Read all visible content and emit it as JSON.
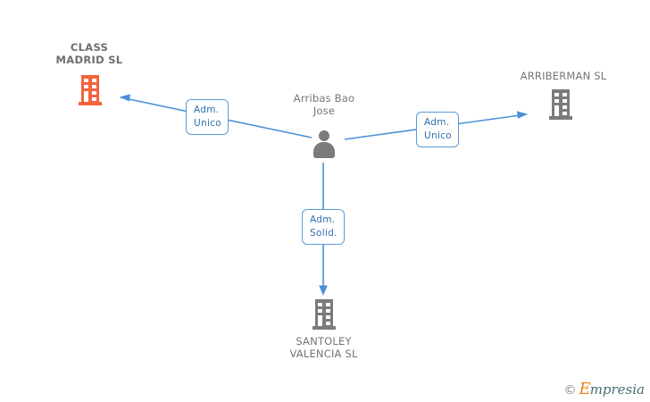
{
  "graph": {
    "background_color": "#ffffff",
    "edge_color": "#4a90d9",
    "company_orange": "#f4633a",
    "company_gray": "#7b7b7b",
    "person_color": "#7b7b7b",
    "relation_border_color": "#5b9bd5",
    "relation_text_color": "#2f6fad",
    "label_text_color": "#757575"
  },
  "center_person": {
    "name": "Arribas Bao\nJose",
    "icon": "person-icon"
  },
  "companies": [
    {
      "id": "class-madrid",
      "name": "CLASS\nMADRID SL",
      "icon": "building-icon",
      "color": "#f4633a",
      "highlighted": true
    },
    {
      "id": "arriberman",
      "name": "ARRIBERMAN SL",
      "icon": "building-icon",
      "color": "#7b7b7b",
      "highlighted": false
    },
    {
      "id": "santoley-valencia",
      "name": "SANTOLEY\nVALENCIA SL",
      "icon": "building-icon",
      "color": "#7b7b7b",
      "highlighted": false
    }
  ],
  "relations": [
    {
      "id": "rel-class-madrid",
      "label": "Adm.\nUnico",
      "from": "arribas-bao-jose",
      "to": "class-madrid",
      "direction": "left"
    },
    {
      "id": "rel-arriberman",
      "label": "Adm.\nUnico",
      "from": "arribas-bao-jose",
      "to": "arriberman",
      "direction": "right"
    },
    {
      "id": "rel-santoley",
      "label": "Adm.\nSolid.",
      "from": "arribas-bao-jose",
      "to": "santoley-valencia",
      "direction": "down"
    }
  ],
  "watermark": {
    "copyright": "©",
    "brand_initial": "E",
    "brand_rest": "mpresia"
  }
}
